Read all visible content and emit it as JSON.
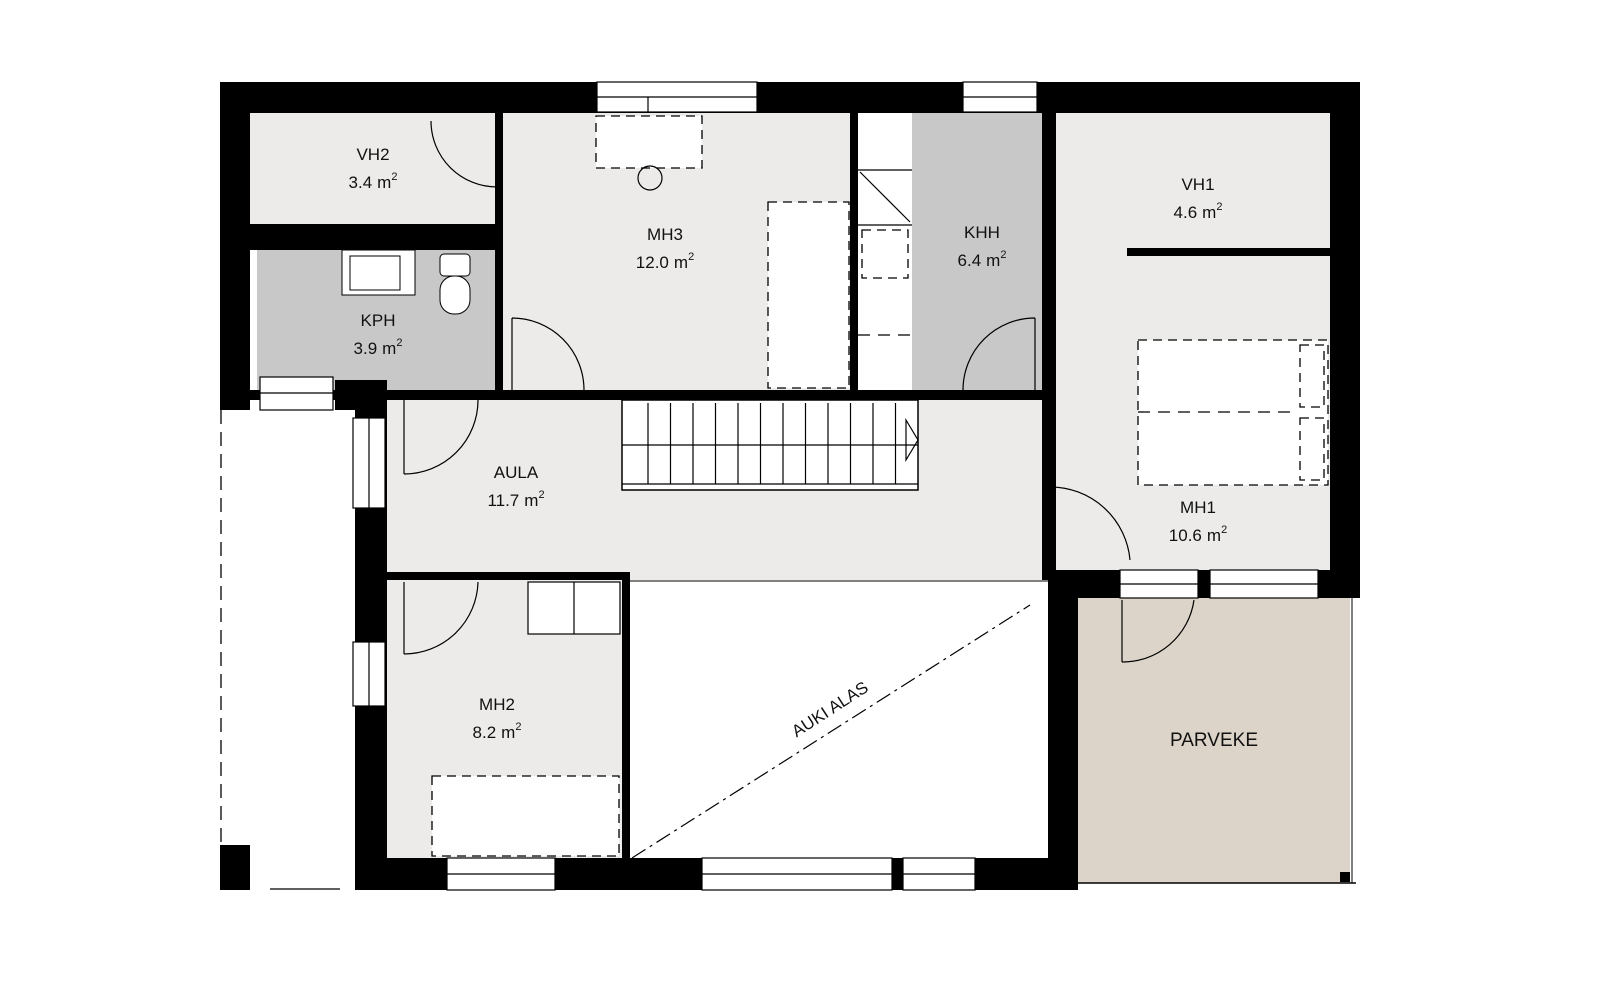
{
  "plan": {
    "rooms": [
      {
        "id": "vh2",
        "name": "VH2",
        "area": "3.4",
        "unit": "m",
        "exp": "2"
      },
      {
        "id": "mh3",
        "name": "MH3",
        "area": "12.0",
        "unit": "m",
        "exp": "2"
      },
      {
        "id": "khh",
        "name": "KHH",
        "area": "6.4",
        "unit": "m",
        "exp": "2"
      },
      {
        "id": "vh1",
        "name": "VH1",
        "area": "4.6",
        "unit": "m",
        "exp": "2"
      },
      {
        "id": "kph",
        "name": "KPH",
        "area": "3.9",
        "unit": "m",
        "exp": "2"
      },
      {
        "id": "aula",
        "name": "AULA",
        "area": "11.7",
        "unit": "m",
        "exp": "2"
      },
      {
        "id": "mh1",
        "name": "MH1",
        "area": "10.6",
        "unit": "m",
        "exp": "2"
      },
      {
        "id": "mh2",
        "name": "MH2",
        "area": "8.2",
        "unit": "m",
        "exp": "2"
      }
    ],
    "balcony_label": "PARVEKE",
    "open_below_label": "AUKI ALAS",
    "colors": {
      "room": "#ecebe9",
      "wet_room": "#c8c8c8",
      "balcony": "#dcd4c8",
      "wall": "#000000"
    }
  }
}
